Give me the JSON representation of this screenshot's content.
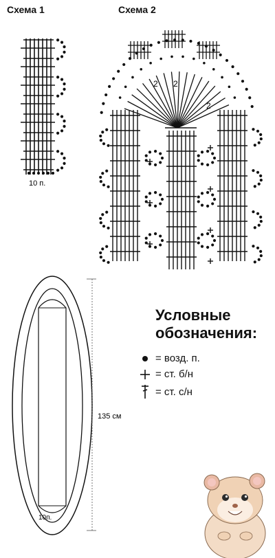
{
  "schemes": {
    "scheme1_title": "Схема 1",
    "scheme2_title": "Схема 2",
    "scheme1_stitch_count": "10 п.",
    "scheme2_row_marks": [
      "2",
      "2",
      "2"
    ]
  },
  "belt": {
    "length_label": "135 см",
    "stitch_label": "10п."
  },
  "legend": {
    "title_line1": "Условные",
    "title_line2": "обозначения:",
    "items": [
      {
        "symbol": "chain-stitch-icon",
        "text": "= возд. п."
      },
      {
        "symbol": "single-crochet-icon",
        "text": "= ст. б/н"
      },
      {
        "symbol": "double-crochet-icon",
        "text": "= ст. с/н"
      }
    ]
  }
}
